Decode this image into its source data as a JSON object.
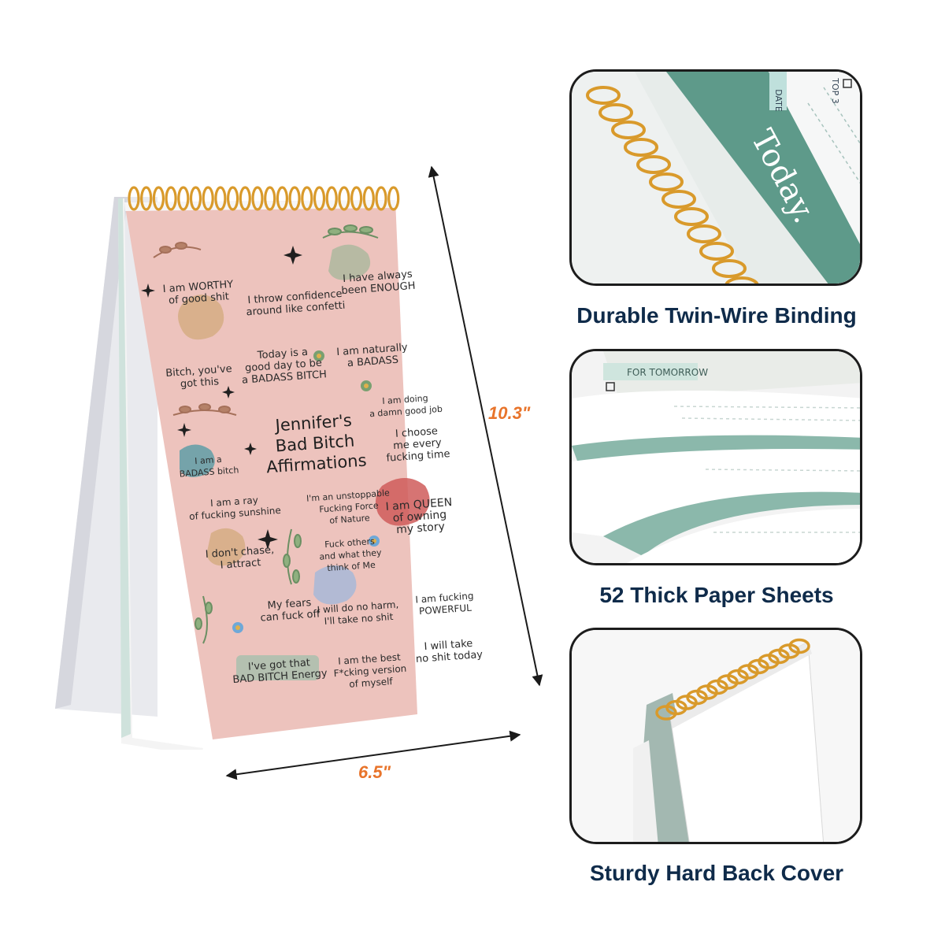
{
  "cover": {
    "title": "Jennifer's\nBad Bitch\nAffirmations",
    "affirmations": [
      "I am WORTHY\nof good shit",
      "I throw confidence\naround like confetti",
      "I have always\nbeen ENOUGH",
      "Bitch, you've\ngot this",
      "Today is a\ngood day to be\na BADASS BITCH",
      "I am naturally\na BADASS",
      "I am doing\na damn good job",
      "I choose\nme every\nfucking time",
      "I am a\nBADASS bitch",
      "I am a ray\nof fucking sunshine",
      "I'm an unstoppable\nFucking Force\nof Nature",
      "I am QUEEN\nof owning\nmy story",
      "Fuck others\nand what they\nthink of Me",
      "I don't chase,\nI attract",
      "My fears\ncan fuck off",
      "I will do no harm,\nI'll take no shit",
      "I am fucking\nPOWERFUL",
      "I will take\nno shit today",
      "I've got that\nBAD BITCH Energy",
      "I am the best\nF*cking version\nof myself"
    ]
  },
  "dimensions": {
    "height": "10.3\"",
    "width": "6.5\""
  },
  "panel1": {
    "title_text": "Today.",
    "date_label": "DATE",
    "top_label": "TOP 3"
  },
  "panel2": {
    "label": "FOR TOMORROW"
  },
  "features": [
    {
      "caption": "Durable Twin-Wire Binding"
    },
    {
      "caption": "52 Thick Paper Sheets"
    },
    {
      "caption": "Sturdy Hard Back Cover"
    }
  ],
  "colors": {
    "cover_pink": "#edc3bd",
    "wire_gold": "#d99a2b",
    "accent_orange": "#e8742b",
    "caption_navy": "#0f2b4a",
    "teal_page": "#5e9a8a"
  }
}
